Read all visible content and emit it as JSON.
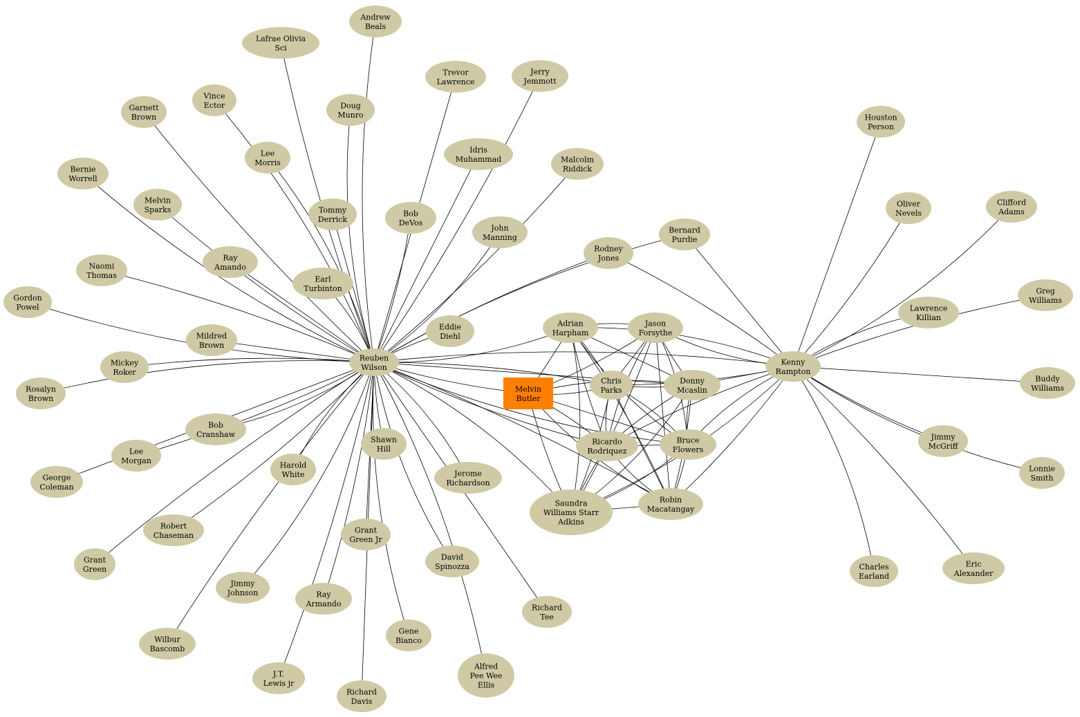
{
  "colors": {
    "node_fill": "#cfcaa5",
    "focus_fill": "#ff7f00",
    "edge": "#000000",
    "background": "#ffffff"
  },
  "nodes": [
    {
      "id": "reuben",
      "label": [
        "Reuben",
        "Wilson"
      ]
    },
    {
      "id": "kenny",
      "label": [
        "Kenny",
        "Rampton"
      ]
    },
    {
      "id": "melvinb",
      "label": [
        "Melvin",
        "Butler"
      ],
      "focus": true
    },
    {
      "id": "adrian",
      "label": [
        "Adrian",
        "Harpham"
      ]
    },
    {
      "id": "jason",
      "label": [
        "Jason",
        "Forsythe"
      ]
    },
    {
      "id": "chris",
      "label": [
        "Chris",
        "Parks"
      ]
    },
    {
      "id": "donny",
      "label": [
        "Donny",
        "Mcaslin"
      ]
    },
    {
      "id": "ricardo",
      "label": [
        "Ricardo",
        "Rodriquez"
      ]
    },
    {
      "id": "bruce",
      "label": [
        "Bruce",
        "Flowers"
      ]
    },
    {
      "id": "saundra",
      "label": [
        "Saundra",
        "Williams Starr",
        "Adkins"
      ]
    },
    {
      "id": "robin",
      "label": [
        "Robin",
        "Macatangay"
      ]
    },
    {
      "id": "andrew",
      "label": [
        "Andrew",
        "Beals"
      ]
    },
    {
      "id": "lafrae",
      "label": [
        "Lafrae Olivia",
        "Sci"
      ]
    },
    {
      "id": "trevor",
      "label": [
        "Trevor",
        "Lawrence"
      ]
    },
    {
      "id": "jerry",
      "label": [
        "Jerry",
        "Jemmott"
      ]
    },
    {
      "id": "vince",
      "label": [
        "Vince",
        "Ector"
      ]
    },
    {
      "id": "doug",
      "label": [
        "Doug",
        "Munro"
      ]
    },
    {
      "id": "garnett",
      "label": [
        "Garnett",
        "Brown"
      ]
    },
    {
      "id": "idris",
      "label": [
        "Idris",
        "Muhammad"
      ]
    },
    {
      "id": "malcolm",
      "label": [
        "Malcolm",
        "Riddick"
      ]
    },
    {
      "id": "leemorris",
      "label": [
        "Lee",
        "Morris"
      ]
    },
    {
      "id": "bernie",
      "label": [
        "Bernie",
        "Worrell"
      ]
    },
    {
      "id": "melvins",
      "label": [
        "Melvin",
        "Sparks"
      ]
    },
    {
      "id": "tommy",
      "label": [
        "Tommy",
        "Derrick"
      ]
    },
    {
      "id": "bob_devos",
      "label": [
        "Bob",
        "DeVos"
      ]
    },
    {
      "id": "john",
      "label": [
        "John",
        "Manning"
      ]
    },
    {
      "id": "bernard",
      "label": [
        "Bernard",
        "Purdie"
      ]
    },
    {
      "id": "rodney",
      "label": [
        "Rodney",
        "Jones"
      ]
    },
    {
      "id": "ray1",
      "label": [
        "Ray",
        "Amando"
      ]
    },
    {
      "id": "naomi",
      "label": [
        "Naomi",
        "Thomas"
      ]
    },
    {
      "id": "earl",
      "label": [
        "Earl",
        "Turbinton"
      ]
    },
    {
      "id": "gordon",
      "label": [
        "Gordon",
        "Powel"
      ]
    },
    {
      "id": "eddie",
      "label": [
        "Eddie",
        "Diehl"
      ]
    },
    {
      "id": "mildred",
      "label": [
        "Mildred",
        "Brown"
      ]
    },
    {
      "id": "mickey",
      "label": [
        "Mickey",
        "Roker"
      ]
    },
    {
      "id": "rosalyn",
      "label": [
        "Rosalyn",
        "Brown"
      ]
    },
    {
      "id": "bobc",
      "label": [
        "Bob",
        "Cranshaw"
      ]
    },
    {
      "id": "leemorgan",
      "label": [
        "Lee",
        "Morgan"
      ]
    },
    {
      "id": "george",
      "label": [
        "George",
        "Coleman"
      ]
    },
    {
      "id": "shawn",
      "label": [
        "Shawn",
        "Hill"
      ]
    },
    {
      "id": "harold",
      "label": [
        "Harold",
        "White"
      ]
    },
    {
      "id": "jerome",
      "label": [
        "Jerome",
        "Richardson"
      ]
    },
    {
      "id": "robert",
      "label": [
        "Robert",
        "Chaseman"
      ]
    },
    {
      "id": "grantjr",
      "label": [
        "Grant",
        "Green Jr"
      ]
    },
    {
      "id": "grant",
      "label": [
        "Grant",
        "Green"
      ]
    },
    {
      "id": "david",
      "label": [
        "David",
        "Spinozza"
      ]
    },
    {
      "id": "jimmyj",
      "label": [
        "Jimmy",
        "Johnson"
      ]
    },
    {
      "id": "ray2",
      "label": [
        "Ray",
        "Armando"
      ]
    },
    {
      "id": "richardt",
      "label": [
        "Richard",
        "Tee"
      ]
    },
    {
      "id": "wilbur",
      "label": [
        "Wilbur",
        "Bascomb"
      ]
    },
    {
      "id": "gene",
      "label": [
        "Gene",
        "Bianco"
      ]
    },
    {
      "id": "alfred",
      "label": [
        "Alfred",
        "Pee Wee",
        "Ellis"
      ]
    },
    {
      "id": "jt",
      "label": [
        "J.T.",
        "Lewis jr"
      ]
    },
    {
      "id": "richardd",
      "label": [
        "Richard",
        "Davis"
      ]
    },
    {
      "id": "houston",
      "label": [
        "Houston",
        "Person"
      ]
    },
    {
      "id": "oliver",
      "label": [
        "Oliver",
        "Nevels"
      ]
    },
    {
      "id": "clifford",
      "label": [
        "Clifford",
        "Adams"
      ]
    },
    {
      "id": "lawrence",
      "label": [
        "Lawrence",
        "Killian"
      ]
    },
    {
      "id": "greg",
      "label": [
        "Greg",
        "Williams"
      ]
    },
    {
      "id": "buddy",
      "label": [
        "Buddy",
        "Williams"
      ]
    },
    {
      "id": "jimmym",
      "label": [
        "Jimmy",
        "McGriff"
      ]
    },
    {
      "id": "lonnie",
      "label": [
        "Lonnie",
        "Smith"
      ]
    },
    {
      "id": "charles",
      "label": [
        "Charles",
        "Earland"
      ]
    },
    {
      "id": "eric",
      "label": [
        "Eric",
        "Alexander"
      ]
    }
  ],
  "edges": [
    [
      "reuben",
      "andrew"
    ],
    [
      "reuben",
      "lafrae"
    ],
    [
      "reuben",
      "trevor"
    ],
    [
      "reuben",
      "jerry"
    ],
    [
      "reuben",
      "vince"
    ],
    [
      "reuben",
      "doug"
    ],
    [
      "reuben",
      "garnett"
    ],
    [
      "reuben",
      "idris"
    ],
    [
      "reuben",
      "malcolm"
    ],
    [
      "reuben",
      "leemorris"
    ],
    [
      "reuben",
      "bernie"
    ],
    [
      "reuben",
      "melvins"
    ],
    [
      "reuben",
      "tommy"
    ],
    [
      "reuben",
      "bob_devos"
    ],
    [
      "reuben",
      "john"
    ],
    [
      "reuben",
      "bernard"
    ],
    [
      "reuben",
      "rodney"
    ],
    [
      "reuben",
      "ray1"
    ],
    [
      "reuben",
      "naomi"
    ],
    [
      "reuben",
      "earl"
    ],
    [
      "reuben",
      "gordon"
    ],
    [
      "reuben",
      "eddie"
    ],
    [
      "reuben",
      "mildred"
    ],
    [
      "reuben",
      "mickey"
    ],
    [
      "reuben",
      "rosalyn"
    ],
    [
      "reuben",
      "bobc"
    ],
    [
      "reuben",
      "leemorgan"
    ],
    [
      "reuben",
      "george"
    ],
    [
      "reuben",
      "shawn"
    ],
    [
      "reuben",
      "harold"
    ],
    [
      "reuben",
      "jerome"
    ],
    [
      "reuben",
      "robert"
    ],
    [
      "reuben",
      "grantjr"
    ],
    [
      "reuben",
      "grant"
    ],
    [
      "reuben",
      "david"
    ],
    [
      "reuben",
      "jimmyj"
    ],
    [
      "reuben",
      "ray2"
    ],
    [
      "reuben",
      "richardt"
    ],
    [
      "reuben",
      "wilbur"
    ],
    [
      "reuben",
      "gene"
    ],
    [
      "reuben",
      "alfred"
    ],
    [
      "reuben",
      "jt"
    ],
    [
      "reuben",
      "richardd"
    ],
    [
      "reuben",
      "melvinb"
    ],
    [
      "reuben",
      "adrian"
    ],
    [
      "reuben",
      "kenny"
    ],
    [
      "reuben",
      "chris"
    ],
    [
      "reuben",
      "donny"
    ],
    [
      "reuben",
      "ricardo"
    ],
    [
      "reuben",
      "bruce"
    ],
    [
      "reuben",
      "saundra"
    ],
    [
      "reuben",
      "robin"
    ],
    [
      "kenny",
      "houston"
    ],
    [
      "kenny",
      "oliver"
    ],
    [
      "kenny",
      "clifford"
    ],
    [
      "kenny",
      "lawrence"
    ],
    [
      "kenny",
      "greg"
    ],
    [
      "kenny",
      "buddy"
    ],
    [
      "kenny",
      "jimmym"
    ],
    [
      "kenny",
      "lonnie"
    ],
    [
      "kenny",
      "charles"
    ],
    [
      "kenny",
      "eric"
    ],
    [
      "kenny",
      "bernard"
    ],
    [
      "kenny",
      "rodney"
    ],
    [
      "kenny",
      "adrian"
    ],
    [
      "kenny",
      "jason"
    ],
    [
      "kenny",
      "chris"
    ],
    [
      "kenny",
      "donny"
    ],
    [
      "kenny",
      "ricardo"
    ],
    [
      "kenny",
      "bruce"
    ],
    [
      "kenny",
      "saundra"
    ],
    [
      "kenny",
      "robin"
    ],
    [
      "melvinb",
      "adrian"
    ],
    [
      "melvinb",
      "jason"
    ],
    [
      "melvinb",
      "chris"
    ],
    [
      "melvinb",
      "donny"
    ],
    [
      "melvinb",
      "ricardo"
    ],
    [
      "melvinb",
      "bruce"
    ],
    [
      "melvinb",
      "saundra"
    ],
    [
      "melvinb",
      "robin"
    ],
    [
      "adrian",
      "jason"
    ],
    [
      "adrian",
      "chris"
    ],
    [
      "adrian",
      "donny"
    ],
    [
      "adrian",
      "ricardo"
    ],
    [
      "adrian",
      "bruce"
    ],
    [
      "adrian",
      "saundra"
    ],
    [
      "adrian",
      "robin"
    ],
    [
      "jason",
      "chris"
    ],
    [
      "jason",
      "donny"
    ],
    [
      "jason",
      "ricardo"
    ],
    [
      "jason",
      "bruce"
    ],
    [
      "jason",
      "saundra"
    ],
    [
      "jason",
      "robin"
    ],
    [
      "chris",
      "donny"
    ],
    [
      "chris",
      "ricardo"
    ],
    [
      "chris",
      "bruce"
    ],
    [
      "chris",
      "saundra"
    ],
    [
      "chris",
      "robin"
    ],
    [
      "donny",
      "ricardo"
    ],
    [
      "donny",
      "bruce"
    ],
    [
      "donny",
      "saundra"
    ],
    [
      "donny",
      "robin"
    ],
    [
      "ricardo",
      "bruce"
    ],
    [
      "ricardo",
      "saundra"
    ],
    [
      "ricardo",
      "robin"
    ],
    [
      "bruce",
      "saundra"
    ],
    [
      "bruce",
      "robin"
    ],
    [
      "saundra",
      "robin"
    ]
  ]
}
